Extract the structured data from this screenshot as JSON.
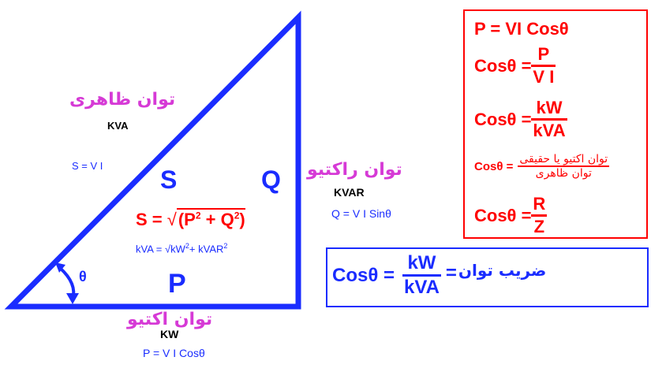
{
  "colors": {
    "triangle": "#1a2cff",
    "persian_label": "#d63ad6",
    "formula_red": "#ff0000",
    "formula_blue": "#1a2cff",
    "unit_black": "#000000"
  },
  "triangle": {
    "side_hypotenuse_letter": "S",
    "side_vertical_letter": "Q",
    "side_base_letter": "P",
    "angle_symbol": "θ"
  },
  "apparent_power": {
    "label_fa": "توان ظاهری",
    "unit": "KVA",
    "formula": "S = V I"
  },
  "reactive_power": {
    "label_fa": "توان راکتیو",
    "unit": "KVAR",
    "formula": "Q = V I Sinθ"
  },
  "active_power": {
    "label_fa": "توان اکتیو",
    "unit": "KW",
    "formula": "P = V I Cosθ"
  },
  "pythagoras": {
    "lhs": "S = ",
    "root": "√",
    "open": "(",
    "p": "P",
    "plus": " + ",
    "q": "Q",
    "sup": "2",
    "close": ")",
    "kva_lhs": "kVA = √kW",
    "kva_plus": "+ kVAR",
    "kva_sup": "2"
  },
  "red_box": {
    "line1": "P = VI Cosθ",
    "line2_lhs": "Cosθ = ",
    "line2_num": "P",
    "line2_den": "V I",
    "line3_lhs": "Cosθ = ",
    "line3_num": "kW",
    "line3_den": "kVA",
    "line4_lhs": "Cosθ = ",
    "line4_num": "توان اکتیو یا حقیقی",
    "line4_den": "توان ظاهری",
    "line5_lhs": "Cosθ = ",
    "line5_num": "R",
    "line5_den": "Z"
  },
  "blue_box": {
    "lhs": "Cosθ = ",
    "num": "kW",
    "den": "kVA",
    "eq": "=",
    "label_fa": "ضریب توان"
  }
}
